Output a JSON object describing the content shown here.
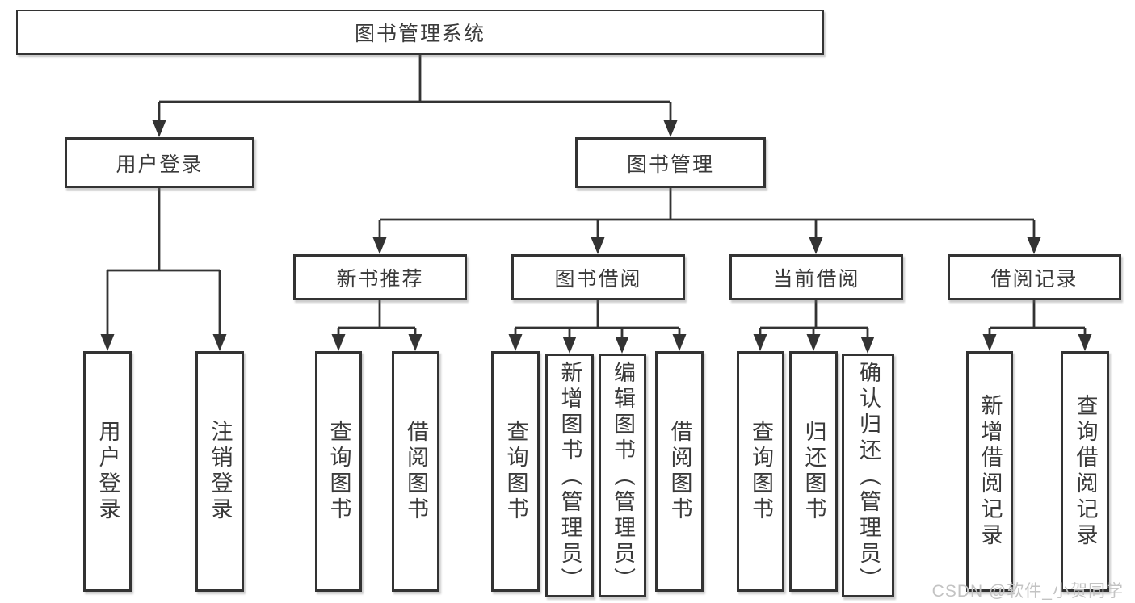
{
  "diagram": {
    "root": {
      "label": "图书管理系统"
    },
    "branches": {
      "user_login": {
        "label": "用户登录"
      },
      "book_management": {
        "label": "图书管理"
      }
    },
    "modules": {
      "new_book_rec": {
        "label": "新书推荐"
      },
      "book_borrow": {
        "label": "图书借阅"
      },
      "current_borrow": {
        "label": "当前借阅"
      },
      "borrow_records": {
        "label": "借阅记录"
      }
    },
    "leaves": {
      "user_login": {
        "label": "用户登录"
      },
      "logout": {
        "label": "注销登录"
      },
      "rec_query_books": {
        "label": "查询图书"
      },
      "rec_borrow_books": {
        "label": "借阅图书"
      },
      "bb_query_books": {
        "label": "查询图书"
      },
      "bb_add_book": {
        "label": "新增图书（管理员）"
      },
      "bb_edit_book": {
        "label": "编辑图书（管理员）"
      },
      "bb_borrow_books": {
        "label": "借阅图书"
      },
      "cb_query_books": {
        "label": "查询图书"
      },
      "cb_return_book": {
        "label": "归还图书"
      },
      "cb_confirm_return": {
        "label": "确认归还（管理员）"
      },
      "br_add_record": {
        "label": "新增借阅记录"
      },
      "br_query_record": {
        "label": "查询借阅记录"
      }
    }
  },
  "watermark": {
    "text": "CSDN @软件_小贺同学"
  },
  "colors": {
    "line": "#333333",
    "text": "#3a3a3a",
    "watermark": "#c3c3c3",
    "background": "#ffffff"
  }
}
